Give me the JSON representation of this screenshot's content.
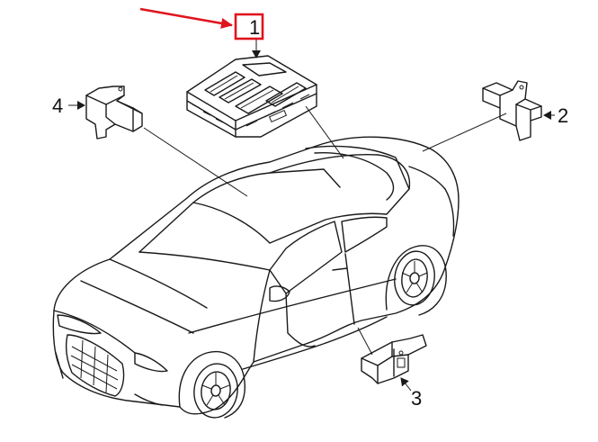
{
  "callouts": [
    {
      "number": "1"
    },
    {
      "number": "2"
    },
    {
      "number": "3"
    },
    {
      "number": "4"
    }
  ],
  "colors": {
    "line": "#1a1a1a",
    "highlight": "#e0141e",
    "background": "#ffffff"
  }
}
